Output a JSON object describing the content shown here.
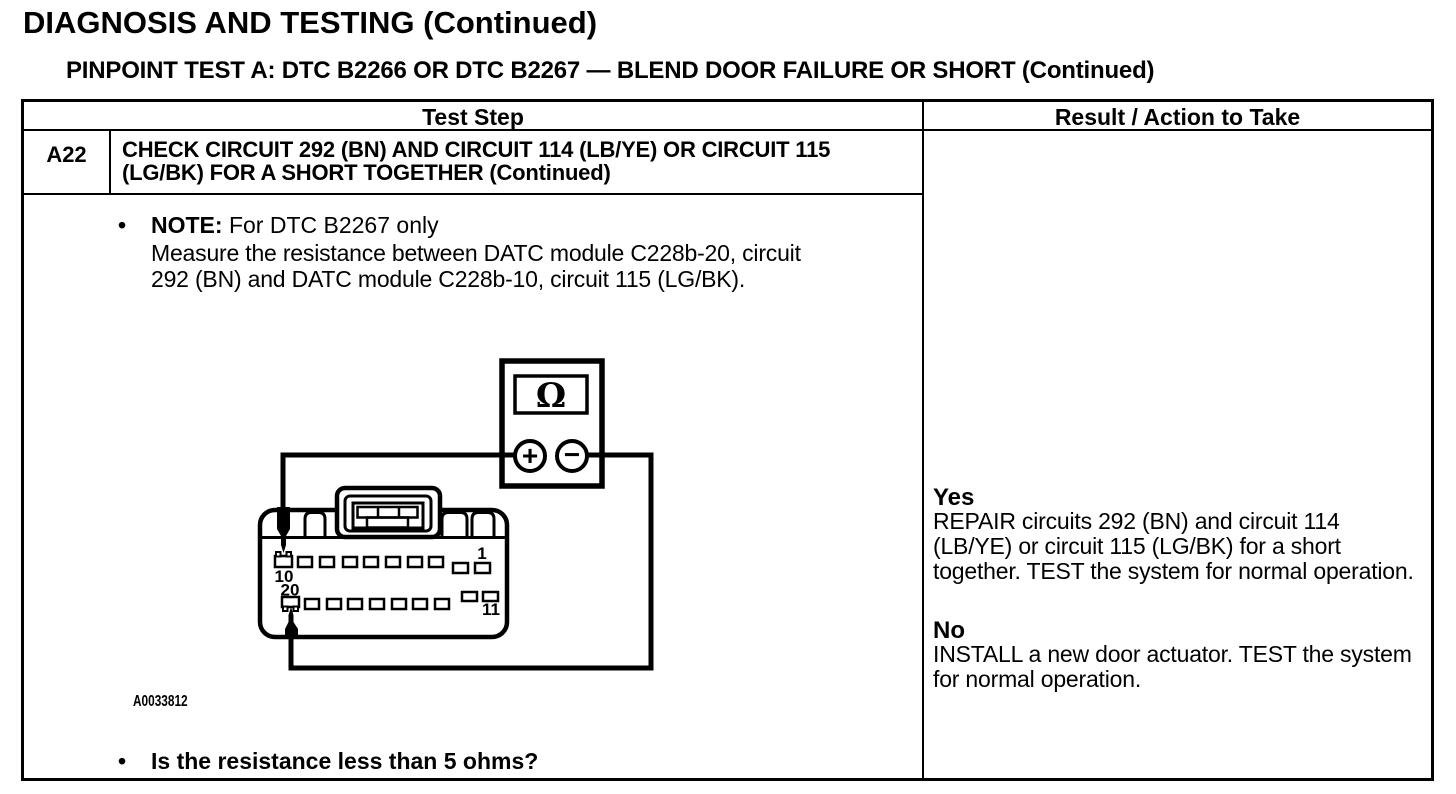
{
  "page": {
    "title": "DIAGNOSIS AND TESTING (Continued)",
    "subtitle": "PINPOINT TEST A: DTC B2266 OR DTC B2267 — BLEND DOOR FAILURE OR SHORT (Continued)"
  },
  "table": {
    "header": {
      "test_step": "Test Step",
      "result_action": "Result / Action to Take"
    },
    "step": {
      "id": "A22",
      "title": "CHECK CIRCUIT 292 (BN) AND CIRCUIT 114 (LB/YE) OR CIRCUIT 115 (LG/BK) FOR A SHORT TOGETHER (Continued)"
    },
    "test_step_cell": {
      "bullet": "•",
      "note_label": "NOTE:",
      "note_text": " For DTC B2267 only",
      "instruction": "Measure the resistance between DATC module C228b-20, circuit 292 (BN) and DATC module C228b-10, circuit 115 (LG/BK).",
      "figure_caption": "A0033812",
      "question": "Is the resistance less than 5 ohms?"
    },
    "result_cell": {
      "yes_label": "Yes",
      "yes_action": "REPAIR circuits 292 (BN) and circuit 114 (LB/YE) or circuit 115 (LG/BK) for a short together. TEST the system for normal operation.",
      "no_label": "No",
      "no_action": "INSTALL a new door actuator. TEST the system for normal operation."
    }
  },
  "figure": {
    "ohmmeter_display_symbol": "Ω",
    "positive_terminal": "+",
    "negative_terminal": "−",
    "pin_labels": {
      "pin_1": "1",
      "pin_10": "10",
      "pin_20": "20",
      "pin_11": "11"
    }
  },
  "colors": {
    "ink": "#000000",
    "paper": "#ffffff"
  }
}
